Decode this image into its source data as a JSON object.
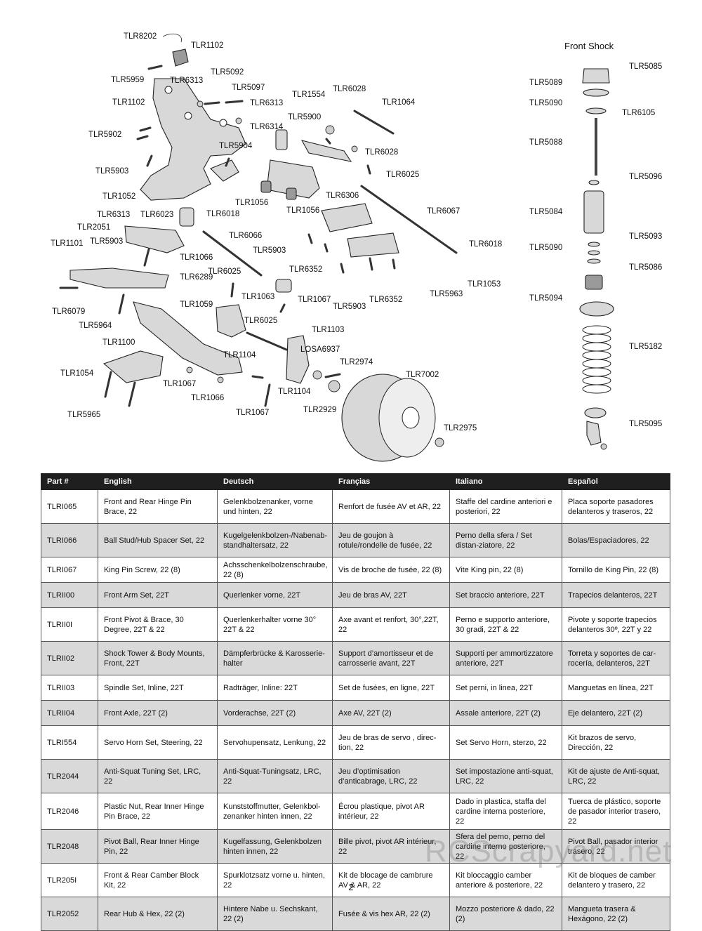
{
  "diagram": {
    "shock_title": "Front Shock",
    "callouts": [
      "TLR8202",
      "TLR1102",
      "TLR5959",
      "TLR6313",
      "TLR5092",
      "TLR5097",
      "TLR1102",
      "TLR6313",
      "TLR5902",
      "TLR6314",
      "TLR5904",
      "TLR5903",
      "TLR1052",
      "TLR1056",
      "TLR6313",
      "TLR6023",
      "TLR6018",
      "TLR2051",
      "TLR5903",
      "TLR1066",
      "TLR1101",
      "TLR6066",
      "TLR6289",
      "TLR6079",
      "TLR5964",
      "TLR1100",
      "TLR1054",
      "TLR5965",
      "TLR1067",
      "TLR1066",
      "TLR6025",
      "TLR1063",
      "TLR1059",
      "TLR6025",
      "TLR1067",
      "TLR1103",
      "TLR1104",
      "LOSA6937",
      "TLR2974",
      "TLR1104",
      "TLR2929",
      "TLR1067",
      "TLR7002",
      "TLR2975",
      "TLR1554",
      "TLR6028",
      "TLR1064",
      "TLR5900",
      "TLR6028",
      "TLR6025",
      "TLR6306",
      "TLR1056",
      "TLR6067",
      "TLR5903",
      "TLR6352",
      "TLR6018",
      "TLR5903",
      "TLR6352",
      "TLR5963",
      "TLR1053",
      "TLR5085",
      "TLR5089",
      "TLR5090",
      "TLR6105",
      "TLR5088",
      "TLR5096",
      "TLR5084",
      "TLR5093",
      "TLR5090",
      "TLR5086",
      "TLR5094",
      "TLR5182",
      "TLR5095"
    ]
  },
  "table": {
    "headers": [
      "Part #",
      "English",
      "Deutsch",
      "Françias",
      "Italiano",
      "Español"
    ],
    "rows": [
      [
        "TLRI065",
        "Front and Rear Hinge Pin Brace, 22",
        "Gelenkbolzenanker,  vorne und hinten, 22",
        "Renfort de fusée AV et AR, 22",
        "Staffe del cardine anteriori e posteriori,  22",
        "Placa soporte pasadores delanteros y traseros, 22"
      ],
      [
        "TLRI066",
        "Ball Stud/Hub Spacer Set, 22",
        "Kugelgelenkbolzen-/Nabenab-standhaltersatz, 22",
        "Jeu de goujon à rotule/rondelle de fusée, 22",
        "Perno della sfera / Set distan-ziatore, 22",
        "Bolas/Espaciadores, 22"
      ],
      [
        "TLRI067",
        "King Pin Screw, 22 (8)",
        "Achsschenkelbolzenschraube, 22 (8)",
        "Vis de broche de fusée, 22 (8)",
        "Vite King pin, 22 (8)",
        "Tornillo de King Pin, 22 (8)"
      ],
      [
        "TLRII00",
        "Front Arm Set, 22T",
        "Querlenker vorne, 22T",
        "Jeu de bras AV, 22T",
        "Set braccio anteriore, 22T",
        "Trapecios delanteros, 22T"
      ],
      [
        "TLRII0I",
        "Front Pivot & Brace, 30 Degree, 22T & 22",
        "Querlenkerhalter vorne 30° 22T & 22",
        "Axe avant et renfort, 30°,22T, 22",
        "Perno e supporto anteriore, 30 gradi, 22T & 22",
        "Pivote y soporte trapecios delanteros 30º, 22T y 22"
      ],
      [
        "TLRII02",
        "Shock Tower & Body Mounts, Front, 22T",
        "Dämpferbrücke & Karosserie-halter",
        "Support d’amortisseur et de carrosserie avant, 22T",
        "Supporti per ammortizzatore anteriore, 22T",
        "Torreta y soportes de car-rocería, delanteros, 22T"
      ],
      [
        "TLRII03",
        "Spindle Set, Inline, 22T",
        "Radträger, Inline: 22T",
        "Set de fusées, en ligne, 22T",
        "Set perni, in linea, 22T",
        "Manguetas en línea, 22T"
      ],
      [
        "TLRII04",
        "Front Axle, 22T (2)",
        "Vorderachse, 22T (2)",
        "Axe AV, 22T (2)",
        "Assale anteriore, 22T (2)",
        "Eje delantero, 22T (2)"
      ],
      [
        "TLRI554",
        "Servo Horn Set, Steering, 22",
        "Servohupensatz,  Lenkung, 22",
        "Jeu de bras de servo , direc-tion, 22",
        "Set Servo Horn, sterzo, 22",
        "Kit brazos de servo, Dirección, 22"
      ],
      [
        "TLR2044",
        "Anti-Squat  Tuning Set, LRC, 22",
        "Anti-Squat-Tuningsatz,  LRC, 22",
        "Jeu d’optimisation d’anticabrage, LRC, 22",
        "Set impostazione anti-squat, LRC, 22",
        "Kit de ajuste de Anti-squat, LRC, 22"
      ],
      [
        "TLR2046",
        "Plastic Nut, Rear  Inner Hinge Pin Brace, 22",
        "Kunststoffmutter, Gelenkbol-zenanker hinten innen, 22",
        "Écrou plastique, pivot AR intérieur, 22",
        "Dado in plastica, staffa del cardine interna posteriore, 22",
        "Tuerca de plástico, soporte de pasador interior trasero, 22"
      ],
      [
        "TLR2048",
        "Pivot Ball, Rear Inner Hinge Pin, 22",
        "Kugelfassung, Gelenkbolzen hinten innen, 22",
        "Bille pivot, pivot AR intérieur, 22",
        "Sfera del perno, perno del cardine interno posteriore, 22",
        "Pivot Ball, pasador interior trasero, 22"
      ],
      [
        "TLR205I",
        "Front & Rear Camber Block Kit, 22",
        "Spurklotzsatz vorne u. hinten, 22",
        "Kit de blocage de cambrure AV & AR, 22",
        "Kit bloccaggio camber anteriore & posteriore, 22",
        "Kit de bloques de camber delantero y trasero, 22"
      ],
      [
        "TLR2052",
        "Rear Hub & Hex, 22 (2)",
        "Hintere Nabe u. Sechskant, 22 (2)",
        "Fusée & vis hex AR, 22 (2)",
        "Mozzo posteriore & dado, 22 (2)",
        "Mangueta trasera & Hexágono, 22 (2)"
      ]
    ]
  },
  "page_number": "2",
  "watermark": "RCScrapyard.net"
}
